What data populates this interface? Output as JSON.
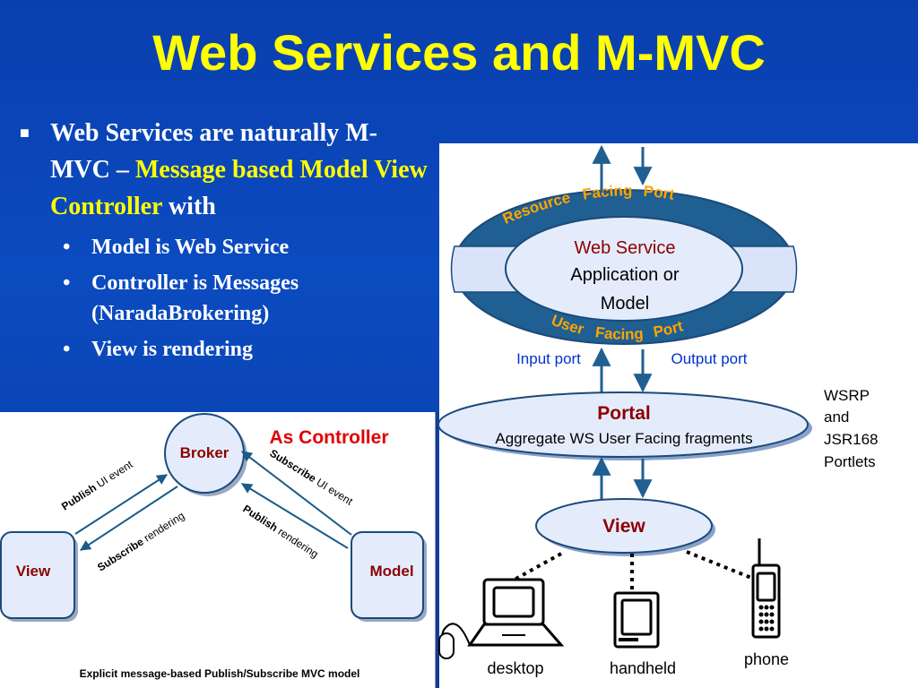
{
  "title": "Web Services and M-MVC",
  "bullet_main": {
    "part1": "Web Services are naturally M-MVC – ",
    "highlight": "Message based Model View Controller",
    "part2": " with"
  },
  "sub_bullets": [
    "Model is Web Service",
    "Controller is Messages (NaradaBrokering)",
    "View is rendering"
  ],
  "right_diagram": {
    "ring_top": [
      "Resource",
      "Facing",
      "Port"
    ],
    "ring_bottom": [
      "User",
      "Facing",
      "Port"
    ],
    "center_line1": "Web Service",
    "center_line2": "Application or",
    "center_line3": "Model",
    "input_port": "Input port",
    "output_port": "Output port",
    "portal_title": "Portal",
    "portal_sub": "Aggregate WS User Facing fragments",
    "wsrp": [
      "WSRP",
      "and",
      "JSR168",
      "Portlets"
    ],
    "view": "View",
    "devices": [
      "desktop",
      "handheld",
      "phone"
    ]
  },
  "left_diagram": {
    "broker": "Broker",
    "as_controller": "As Controller",
    "view": "View",
    "model": "Model",
    "pub_ui_bold": "Publish",
    "pub_ui_rest": " UI event",
    "sub_rend_bold": "Subscribe",
    "sub_rend_rest": " rendering",
    "sub_ui_bold": "Subscribe",
    "sub_ui_rest": " UI event",
    "pub_rend_bold": "Publish",
    "pub_rend_rest": " rendering",
    "caption": "Explicit message-based Publish/Subscribe MVC model"
  },
  "colors": {
    "background": "#0b4bc0",
    "title": "#ffff00",
    "ring": "#1f5f92",
    "ring_text": "#ffa500",
    "dark_red": "#8b0000",
    "red": "#e00000",
    "port_label": "#0033cc"
  }
}
